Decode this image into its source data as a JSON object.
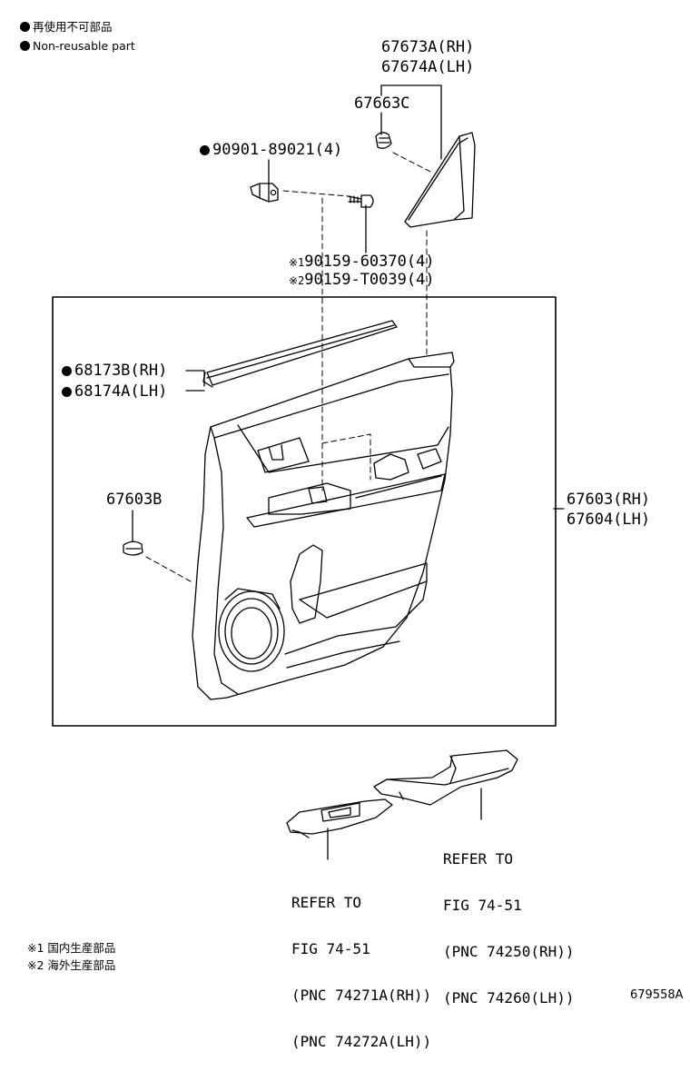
{
  "legend": {
    "line1": "再使用不可部品",
    "line2": "Non-reusable part"
  },
  "parts": {
    "p67673": "67673A(RH)",
    "p67674": "67674A(LH)",
    "p67663c": "67663C",
    "p90901": "90901-89021(4)",
    "p90159_1_mark": "※1",
    "p90159_1": "90159-60370(4)",
    "p90159_2_mark": "※2",
    "p90159_2": "90159-T0039(4)",
    "p68173": "68173B(RH)",
    "p68174": "68174A(LH)",
    "p67603b": "67603B",
    "p67603": "67603(RH)",
    "p67604": "67604(LH)"
  },
  "refs": {
    "upper": {
      "l1": "REFER TO",
      "l2": "FIG 74-51",
      "l3": "(PNC 74250(RH))",
      "l4": "(PNC 74260(LH))"
    },
    "lower": {
      "l1": "REFER TO",
      "l2": "FIG 74-51",
      "l3": "(PNC 74271A(RH))",
      "l4": "(PNC 74272A(LH))"
    }
  },
  "notes": {
    "n1": "※1 国内生産部品",
    "n2": "※2 海外生産部品"
  },
  "figure_id": "679558A",
  "colors": {
    "ink": "#000000",
    "paper": "#ffffff"
  }
}
